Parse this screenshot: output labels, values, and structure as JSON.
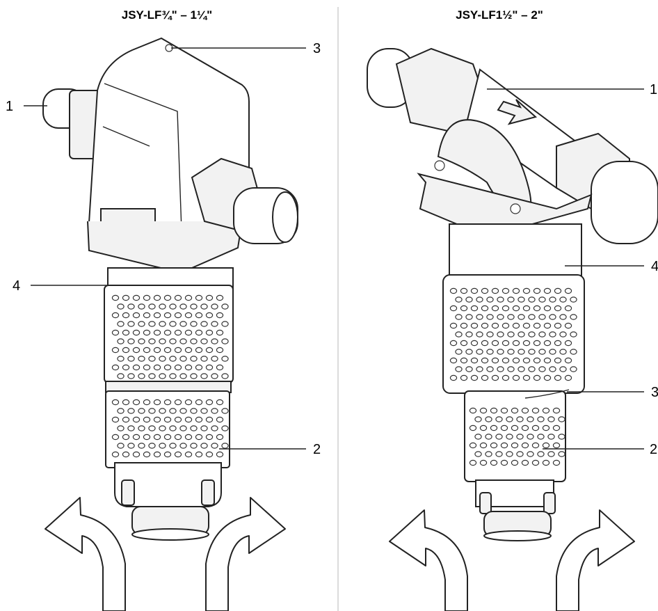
{
  "titles": {
    "left": "JSY-LF¾\" – 1¼\"",
    "right": "JSY-LF1½\" – 2\""
  },
  "left_callouts": {
    "c1": "1",
    "c2": "2",
    "c3": "3",
    "c4": "4"
  },
  "right_callouts": {
    "c1": "1",
    "c2": "2",
    "c3": "3",
    "c4": "4"
  }
}
